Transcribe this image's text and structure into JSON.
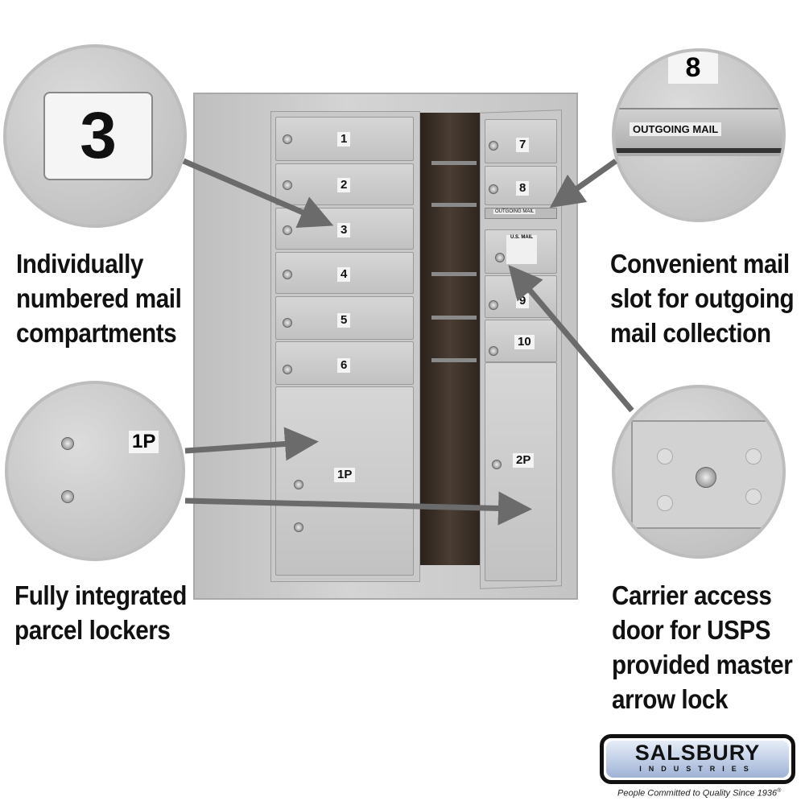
{
  "captions": {
    "top_left": [
      "Individually",
      "numbered mail",
      "compartments"
    ],
    "bottom_left": [
      "Fully integrated",
      "parcel lockers"
    ],
    "top_right": [
      "Convenient mail",
      "slot for outgoing",
      "mail collection"
    ],
    "bottom_right": [
      "Carrier access",
      "door for USPS",
      "provided master",
      "arrow lock"
    ]
  },
  "zoom_labels": {
    "number_3": "3",
    "number_8": "8",
    "outgoing": "OUTGOING MAIL",
    "parcel": "1P"
  },
  "compartments": {
    "left": [
      "1",
      "2",
      "3",
      "4",
      "5",
      "6"
    ],
    "right": [
      "7",
      "8",
      "9",
      "10"
    ],
    "parcel_left": "1P",
    "parcel_right": "2P"
  },
  "mailbox_labels": {
    "outgoing": "OUTGOING MAIL",
    "usmail": "U.S. MAIL"
  },
  "logo": {
    "name": "SALSBURY",
    "sub": "INDUSTRIES",
    "tagline": "People Committed to Quality Since 1936",
    "reg": "®"
  },
  "colors": {
    "arrow": "#6b6b6b",
    "metal": "#c8c8c8",
    "interior": "#3a2f28"
  }
}
